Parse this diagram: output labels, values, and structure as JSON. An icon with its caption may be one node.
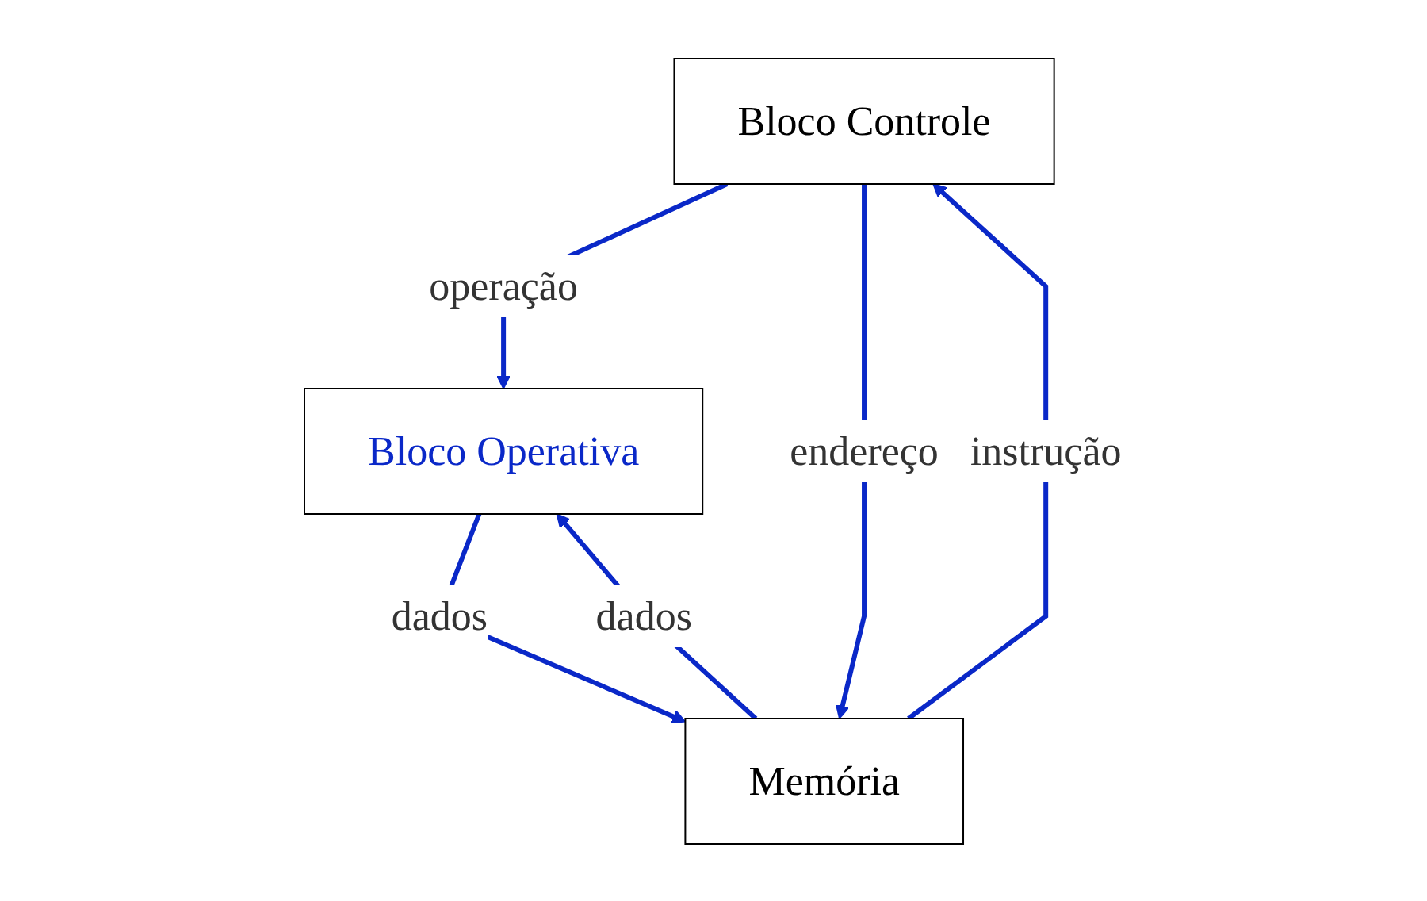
{
  "diagram": {
    "nodes": [
      {
        "text": [
          "Bloco Controle"
        ]
      },
      {
        "text": [
          "Bloco Operativa"
        ]
      },
      {
        "text": [
          "Memória"
        ]
      }
    ],
    "edges": [
      {
        "from": 0,
        "to": 1,
        "arrow": "to",
        "label": "operação"
      },
      {
        "from": 0,
        "to": 2,
        "arrow": "to",
        "label": "endereço"
      },
      {
        "from": 2,
        "to": 0,
        "arrow": "to",
        "label": "instrução"
      },
      {
        "from": 1,
        "to": 2,
        "arrow": "to",
        "label": "dados"
      },
      {
        "from": 2,
        "to": 1,
        "arrow": "to",
        "label": "dados"
      }
    ]
  }
}
